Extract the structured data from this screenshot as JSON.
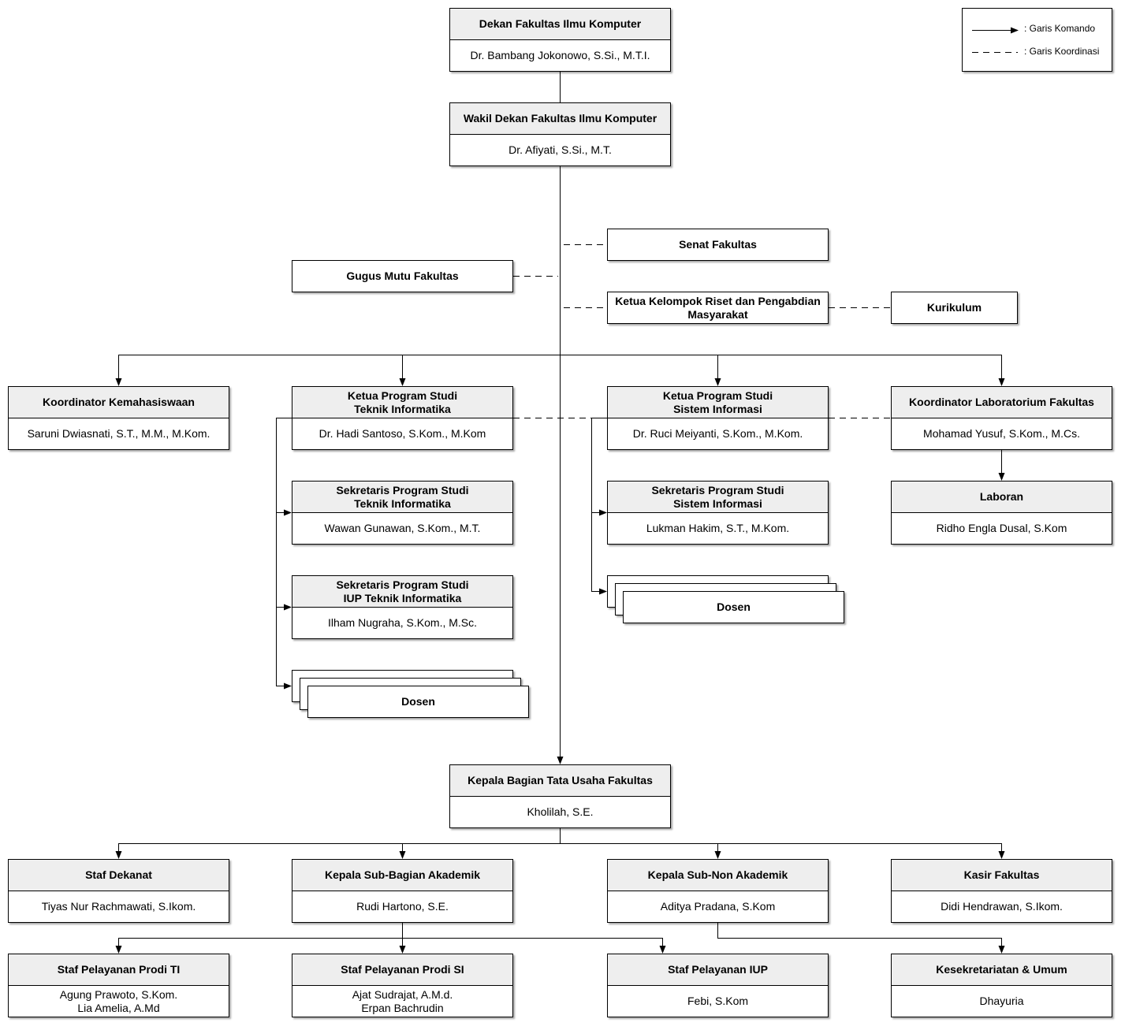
{
  "legend": {
    "command": ": Garis Komando",
    "coordination": ": Garis Koordinasi"
  },
  "dekan": {
    "title": "Dekan Fakultas Ilmu Komputer",
    "name": "Dr. Bambang Jokonowo, S.Si., M.T.I."
  },
  "wakil_dekan": {
    "title": "Wakil Dekan Fakultas Ilmu Komputer",
    "name": "Dr. Afiyati, S.Si., M.T."
  },
  "senat": {
    "title": "Senat Fakultas"
  },
  "gugus_mutu": {
    "title": "Gugus Mutu Fakultas"
  },
  "kelompok_riset": {
    "title": "Ketua Kelompok Riset dan Pengabdian\nMasyarakat"
  },
  "kurikulum": {
    "title": "Kurikulum"
  },
  "koordinator_kemahasiswaan": {
    "title": "Koordinator Kemahasiswaan",
    "name": "Saruni Dwiasnati, S.T., M.M., M.Kom."
  },
  "kaprodi_ti": {
    "title": "Ketua Program Studi\nTeknik Informatika",
    "name": "Dr. Hadi Santoso, S.Kom., M.Kom"
  },
  "kaprodi_si": {
    "title": "Ketua Program Studi\nSistem Informasi",
    "name": "Dr. Ruci Meiyanti, S.Kom., M.Kom."
  },
  "koordinator_lab": {
    "title": "Koordinator Laboratorium Fakultas",
    "name": "Mohamad Yusuf, S.Kom., M.Cs."
  },
  "sekprodi_ti": {
    "title": "Sekretaris Program Studi\nTeknik Informatika",
    "name": "Wawan Gunawan, S.Kom., M.T."
  },
  "sekprodi_si": {
    "title": "Sekretaris Program Studi\nSistem Informasi",
    "name": "Lukman Hakim, S.T., M.Kom."
  },
  "laboran": {
    "title": "Laboran",
    "name": "Ridho Engla Dusal, S.Kom"
  },
  "sekprodi_iup": {
    "title": "Sekretaris Program Studi\nIUP Teknik Informatika",
    "name": "Ilham Nugraha, S.Kom., M.Sc."
  },
  "dosen_ti": {
    "title": "Dosen"
  },
  "dosen_si": {
    "title": "Dosen"
  },
  "kabag_tu": {
    "title": "Kepala Bagian Tata Usaha Fakultas",
    "name": "Kholilah, S.E."
  },
  "staf_dekanat": {
    "title": "Staf Dekanat",
    "name": "Tiyas Nur Rachmawati, S.Ikom."
  },
  "kasubag_akademik": {
    "title": "Kepala Sub-Bagian Akademik",
    "name": "Rudi Hartono, S.E."
  },
  "kasub_non_akademik": {
    "title": "Kepala Sub-Non Akademik",
    "name": "Aditya Pradana, S.Kom"
  },
  "kasir": {
    "title": "Kasir Fakultas",
    "name": "Didi Hendrawan, S.Ikom."
  },
  "staf_prodi_ti": {
    "title": "Staf Pelayanan Prodi TI",
    "name": "Agung Prawoto, S.Kom.\nLia Amelia, A.Md"
  },
  "staf_prodi_si": {
    "title": "Staf Pelayanan Prodi SI",
    "name": "Ajat Sudrajat, A.M.d.\nErpan Bachrudin"
  },
  "staf_iup": {
    "title": "Staf Pelayanan IUP",
    "name": "Febi, S.Kom"
  },
  "kesekretariatan": {
    "title": "Kesekretariatan & Umum",
    "name": "Dhayuria"
  }
}
